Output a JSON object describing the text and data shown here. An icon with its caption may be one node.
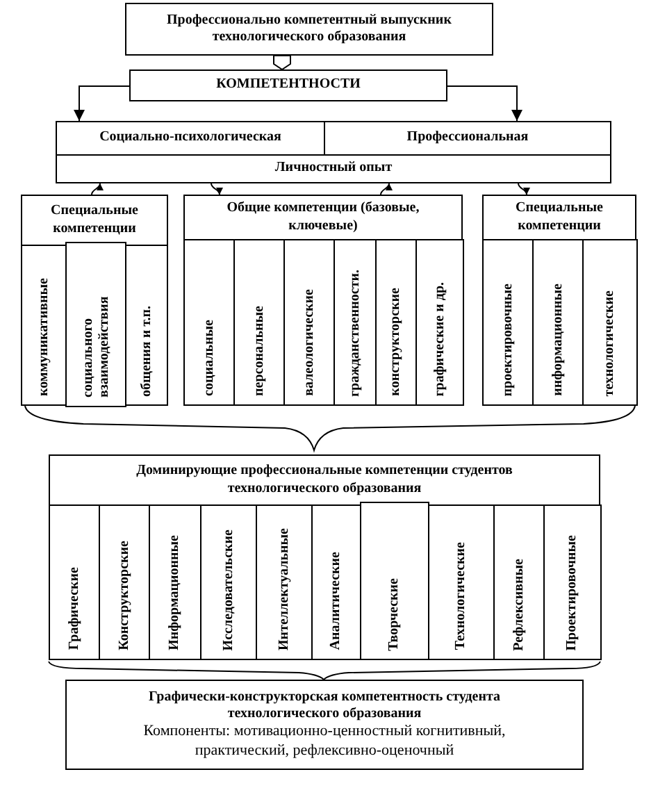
{
  "diagram": {
    "nodes": [
      {
        "text": [
          "Профессионально компетентный выпускник технологического образования"
        ]
      },
      {
        "text": [
          "КОМПЕТЕНТНОСТИ"
        ]
      },
      {
        "text": [
          "Социально-психологическая"
        ]
      },
      {
        "text": [
          "Профессиональная"
        ]
      },
      {
        "text": [
          "Личностный опыт"
        ]
      },
      {
        "text": [
          "Специальные компетенции"
        ]
      },
      {
        "text": [
          "коммуникативные"
        ],
        "in": 5
      },
      {
        "text": [
          "социального взаимодействия"
        ],
        "in": 5
      },
      {
        "text": [
          "общения и т.п."
        ],
        "in": 5
      },
      {
        "text": [
          "Общие компетенции (базовые, ключевые)"
        ]
      },
      {
        "text": [
          "социальные"
        ],
        "in": 9
      },
      {
        "text": [
          "персональные"
        ],
        "in": 9
      },
      {
        "text": [
          "валеологические"
        ],
        "in": 9
      },
      {
        "text": [
          "гражданственности."
        ],
        "in": 9
      },
      {
        "text": [
          "конструкторские"
        ],
        "in": 9
      },
      {
        "text": [
          "графические и др."
        ],
        "in": 9
      },
      {
        "text": [
          "Специальные компетенции"
        ]
      },
      {
        "text": [
          "проектировочные"
        ],
        "in": 16
      },
      {
        "text": [
          "информационные"
        ],
        "in": 16
      },
      {
        "text": [
          "технологические"
        ],
        "in": 16
      },
      {
        "text": [
          "Доминирующие профессиональные компетенции студентов технологического образования"
        ]
      },
      {
        "text": [
          "Графические"
        ],
        "in": 20
      },
      {
        "text": [
          "Конструкторские"
        ],
        "in": 20
      },
      {
        "text": [
          "Информационные"
        ],
        "in": 20
      },
      {
        "text": [
          "Исследовательские"
        ],
        "in": 20
      },
      {
        "text": [
          "Интеллектуальные"
        ],
        "in": 20
      },
      {
        "text": [
          "Аналитические"
        ],
        "in": 20
      },
      {
        "text": [
          "Творческие"
        ],
        "in": 20
      },
      {
        "text": [
          "Технологические"
        ],
        "in": 20
      },
      {
        "text": [
          "Рефлексивные"
        ],
        "in": 20
      },
      {
        "text": [
          "Проектировочные"
        ],
        "in": 20
      },
      {
        "text": [
          "Графически-конструкторская компетентность студента технологического образования",
          "Компоненты: мотивационно-ценностный когнитивный, практический, рефлексивно-оценочный"
        ]
      }
    ],
    "edges": [
      {
        "from": 0,
        "to": 1,
        "arrow": "to"
      },
      {
        "from": 1,
        "to": 2,
        "arrow": "to"
      },
      {
        "from": 1,
        "to": 3,
        "arrow": "to"
      },
      {
        "from": 5,
        "to": 4,
        "arrow": "to"
      },
      {
        "from": 4,
        "to": 9,
        "arrow": "to"
      },
      {
        "from": 9,
        "to": 4,
        "arrow": "to"
      },
      {
        "from": 4,
        "to": 16,
        "arrow": "to"
      }
    ]
  }
}
